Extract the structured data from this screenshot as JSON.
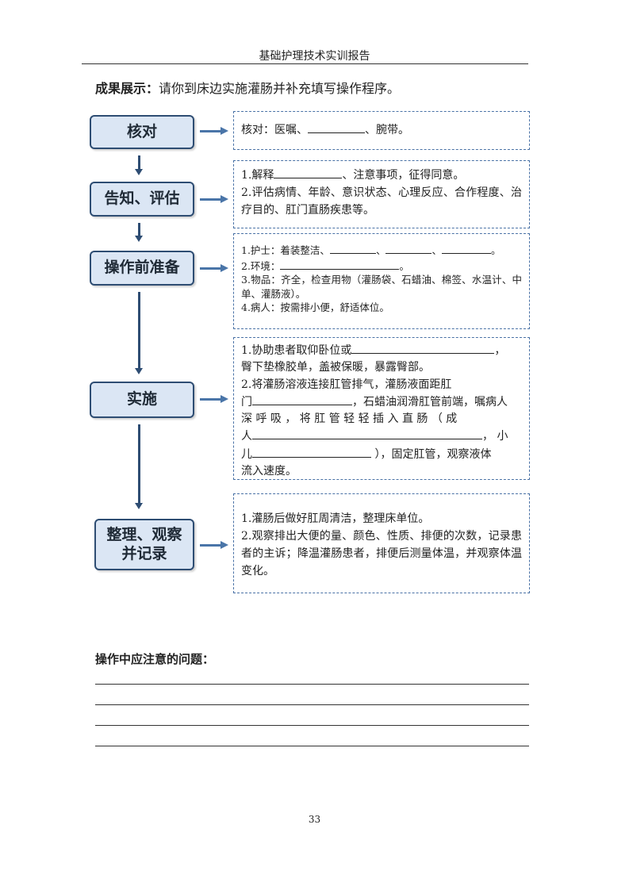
{
  "header": {
    "title": "基础护理技术实训报告"
  },
  "intro": {
    "label": "成果展示：",
    "text": "请你到床边实施灌肠并补充填写操作程序。"
  },
  "steps": [
    {
      "name": "核对"
    },
    {
      "name": "告知、评估"
    },
    {
      "name": "操作前准备"
    },
    {
      "name": "实施"
    },
    {
      "name": "整理、观察",
      "name2": "并记录"
    }
  ],
  "boxes": {
    "check": {
      "a": "核对：医嘱、",
      "b": "、腕带。"
    },
    "inform": {
      "l1a": "1.解释",
      "l1b": "、注意事项，征得同意。",
      "l2": "2.评估病情、年龄、意识状态、心理反应、合作程度、治疗目的、肛门直肠疾患等。"
    },
    "prep": {
      "l1a": "1.护士：着装整洁、",
      "l1sep1": "、",
      "l1sep2": "、",
      "l1end": "。",
      "l2a": "2.环境：",
      "l2end": "。",
      "l3": "3.物品：齐全，检查用物（灌肠袋、石蜡油、棉签、水温计、中单、灌肠液）。",
      "l4": "4.病人：按需排小便，舒适体位。"
    },
    "implement": {
      "l1a": "1.协助患者取仰卧位或",
      "l1end": "，",
      "l1b": "臀下垫橡胶单，盖被保暖，暴露臀部。",
      "l2": "2.将灌肠溶液连接肛管排气，灌肠液面距肛",
      "l3a": "门",
      "l3b": "，石蜡油润滑肛管前端，嘱病人",
      "l4": "深 呼 吸 ， 将 肛 管 轻 轻 插 入 直 肠 （ 成",
      "l5a": "人",
      "l5b": "，   小",
      "l6a": "儿",
      "l6b": "    ），固定肛管，观察液体",
      "l7": "流入速度。"
    },
    "record": {
      "l1": "1.灌肠后做好肛周清洁，整理床单位。",
      "l2": "2.观察排出大便的量、颜色、性质、排便的次数，记录患者的主诉；降温灌肠患者，排便后测量体温，并观察体温变化。"
    }
  },
  "question": {
    "label": "操作中应注意的问题："
  },
  "footer": {
    "page_number": "33"
  }
}
